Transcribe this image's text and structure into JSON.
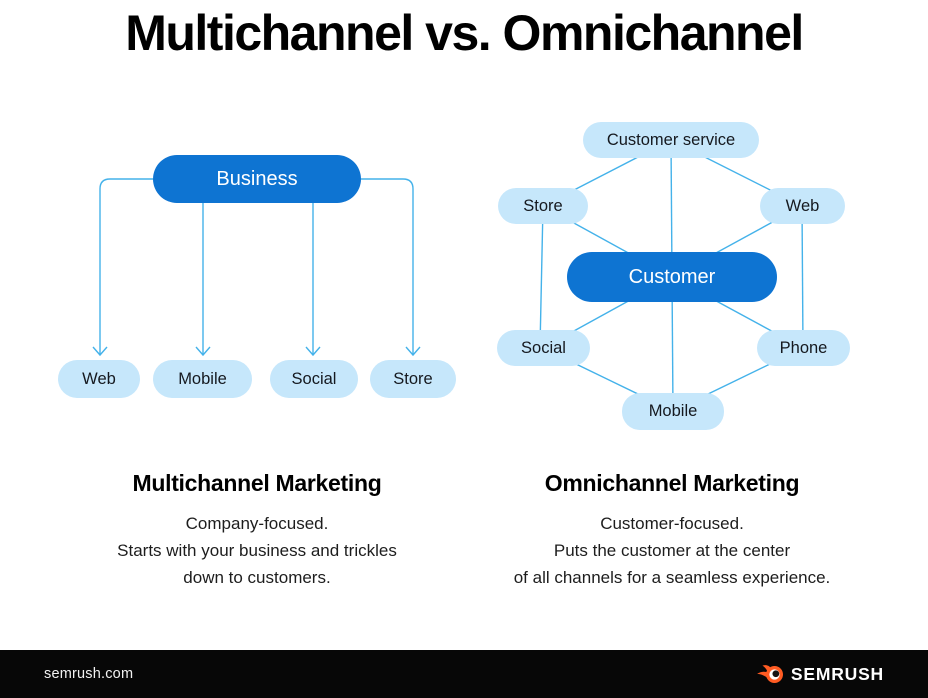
{
  "title": "Multichannel vs. Omnichannel",
  "colors": {
    "primary_blue": "#0e74d2",
    "light_blue": "#c6e7fb",
    "line_blue": "#44b2ea",
    "footer_bg": "#070707",
    "logo_orange": "#ff5b22",
    "title_text": "#000000"
  },
  "left_diagram": {
    "root": "Business",
    "children": [
      "Web",
      "Mobile",
      "Social",
      "Store"
    ]
  },
  "right_diagram": {
    "center": "Customer",
    "satellites": [
      "Customer service",
      "Store",
      "Web",
      "Social",
      "Phone",
      "Mobile"
    ]
  },
  "left_section": {
    "heading": "Multichannel Marketing",
    "body_lines": [
      "Company-focused.",
      "Starts with your business and trickles",
      "down to customers."
    ]
  },
  "right_section": {
    "heading": "Omnichannel Marketing",
    "body_lines": [
      "Customer-focused.",
      "Puts the customer at the center",
      "of all channels for a seamless experience."
    ]
  },
  "footer": {
    "website": "semrush.com",
    "logo_text": "SEMRUSH",
    "logo_icon": "semrush-flame"
  }
}
